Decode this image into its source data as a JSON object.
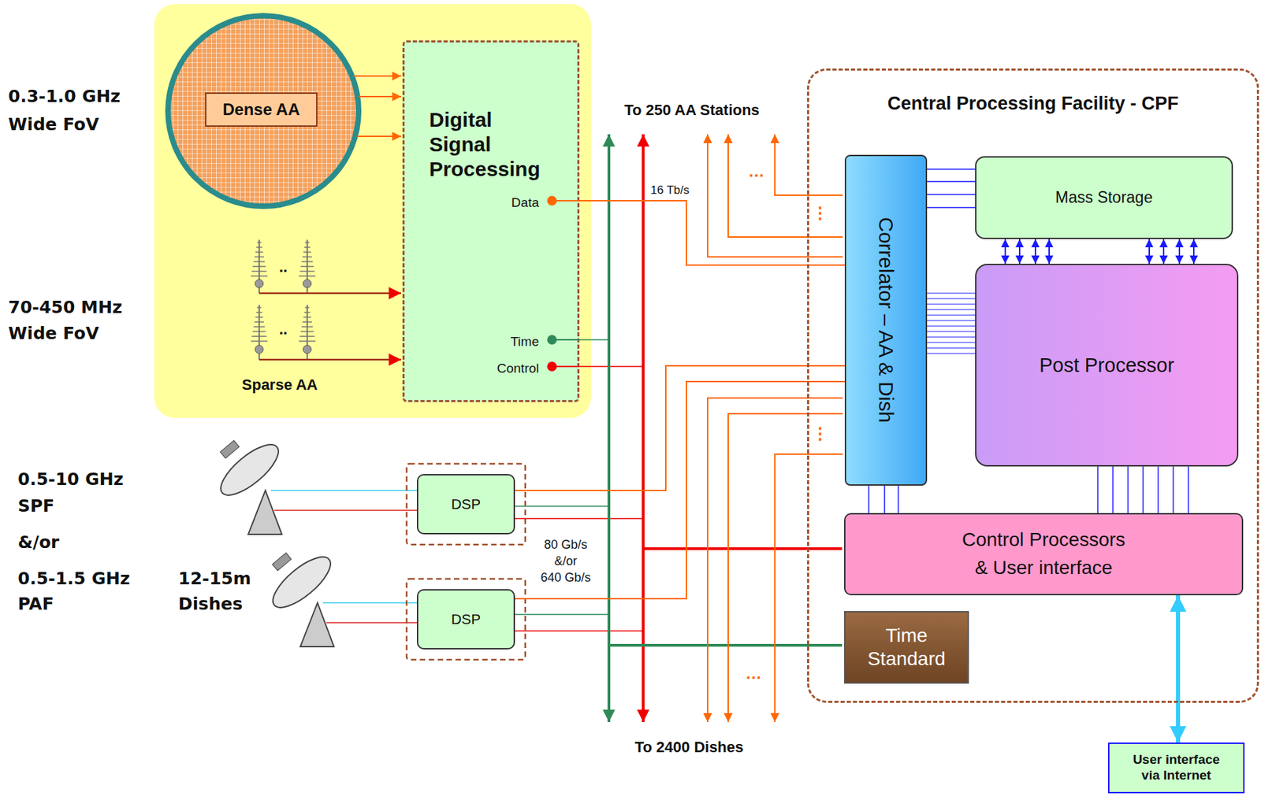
{
  "diagram": {
    "nodes": [
      {
        "text": [
          "Sparse AA"
        ]
      },
      {
        "text": [
          "Dense AA"
        ],
        "in": 0
      },
      {
        "text": [
          "Digital Signal Processing",
          "Data",
          "Time",
          "Control"
        ],
        "in": 0
      },
      {
        "text": [
          "DSP"
        ]
      },
      {
        "text": [
          "DSP"
        ]
      },
      {
        "text": [
          "Central Processing Facility - CPF"
        ]
      },
      {
        "text": [
          "Correlator – AA & Dish"
        ],
        "in": 5
      },
      {
        "text": [
          "Mass Storage"
        ],
        "in": 5
      },
      {
        "text": [
          "Post Processor"
        ],
        "in": 5
      },
      {
        "text": [
          "Control Processors & User interface"
        ],
        "in": 5
      },
      {
        "text": [
          "Time Standard"
        ],
        "in": 5
      },
      {
        "text": [
          "User interface via Internet"
        ]
      }
    ],
    "edges": [
      {
        "from": 2,
        "to": 6,
        "arrow": "none",
        "label": "16 Tb/s"
      },
      {
        "from": 3,
        "to": 6,
        "arrow": "none"
      },
      {
        "from": 4,
        "to": 6,
        "arrow": "none"
      },
      {
        "from": 6,
        "to": 7,
        "arrow": "none"
      },
      {
        "from": 7,
        "to": 8,
        "arrow": "both"
      },
      {
        "from": 6,
        "to": 8,
        "arrow": "none"
      },
      {
        "from": 6,
        "to": 9,
        "arrow": "none"
      },
      {
        "from": 8,
        "to": 9,
        "arrow": "none"
      },
      {
        "from": 9,
        "to": 11,
        "arrow": "both"
      }
    ],
    "labels": [
      "0.3-1.0 GHz",
      "Wide FoV",
      "70-450 MHz",
      "Wide FoV",
      "0.5-10 GHz",
      "SPF",
      "&/or",
      "0.5-1.5 GHz",
      "PAF",
      "12-15m",
      "Dishes",
      "..",
      "..",
      "To 250 AA Stations",
      "…",
      "⋮",
      "⋮",
      "80 Gb/s",
      "&/or",
      "640 Gb/s",
      "…",
      "To 2400 Dishes"
    ]
  }
}
